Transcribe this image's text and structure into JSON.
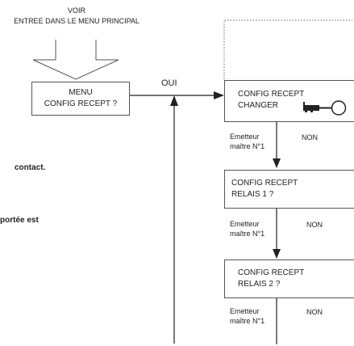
{
  "header": {
    "line1": "VOIR",
    "line2": "ENTREE DANS LE MENU PRINCIPAL"
  },
  "menu_box": {
    "line1": "MENU",
    "line2": "CONFIG RECEPT ?"
  },
  "oui_label": "OUI",
  "side_text": {
    "contact": "contact.",
    "portee": "portée est"
  },
  "boxes": [
    {
      "line1": "CONFIG RECEPT",
      "line2": "CHANGER",
      "icon": "key-icon"
    },
    {
      "line1": "CONFIG RECEPT",
      "line2": "RELAIS  1 ?"
    },
    {
      "line1": "CONFIG RECEPT",
      "line2": "RELAIS  2 ?"
    }
  ],
  "transitions": [
    {
      "emitter_line1": "Emetteur",
      "emitter_line2": "maître N°1",
      "non": "NON"
    },
    {
      "emitter_line1": "Emetteur",
      "emitter_line2": "maître N°1",
      "non": "NON"
    },
    {
      "emitter_line1": "Emetteur",
      "emitter_line2": "maître N°1",
      "non": "NON"
    }
  ]
}
